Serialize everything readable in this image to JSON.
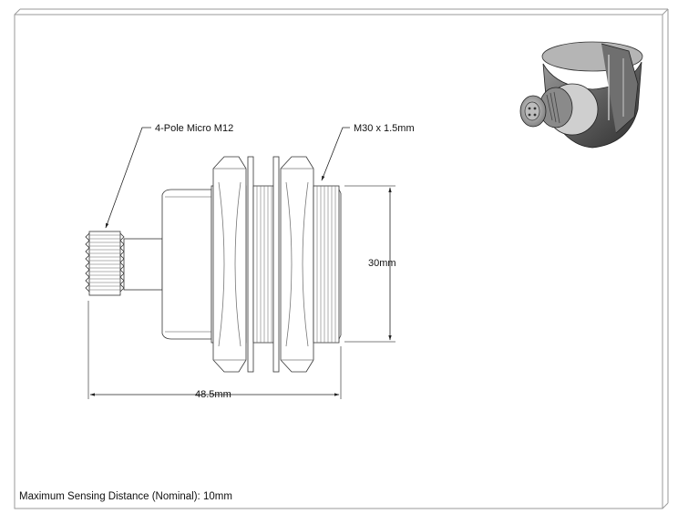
{
  "drawing": {
    "callouts": {
      "connector": "4-Pole Micro M12",
      "thread": "M30 x 1.5mm"
    },
    "dimensions": {
      "diameter": "30mm",
      "length": "48.5mm"
    },
    "note": "Maximum Sensing Distance (Nominal): 10mm"
  }
}
